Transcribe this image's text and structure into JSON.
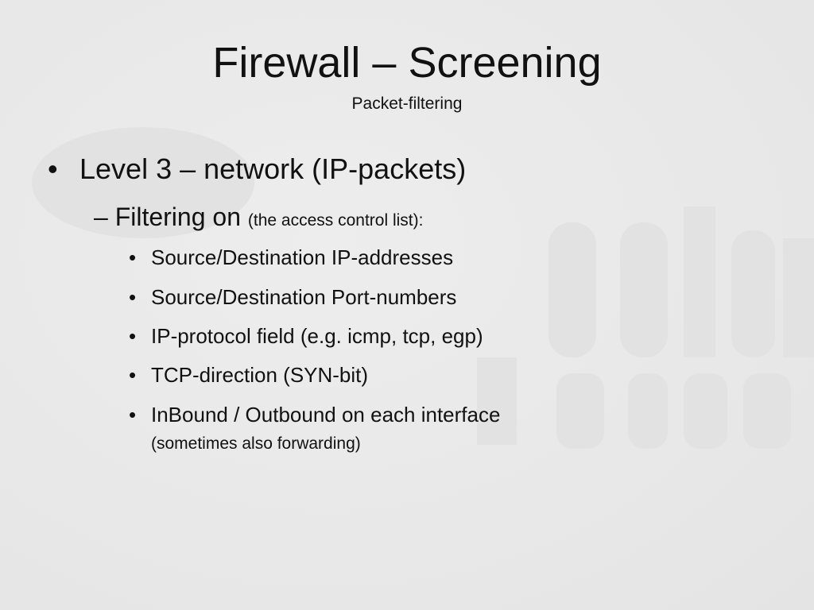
{
  "slide": {
    "title": "Firewall – Screening",
    "subtitle": "Packet-filtering",
    "bullet_char": "•",
    "level1": {
      "text": "Level 3 – network (IP-packets)"
    },
    "level2": {
      "dash": "–",
      "text": "Filtering on",
      "note": "(the access control list):"
    },
    "level3": [
      {
        "text": "Source/Destination IP-addresses"
      },
      {
        "text": "Source/Destination Port-numbers"
      },
      {
        "text": "IP-protocol field (e.g. icmp, tcp, egp)"
      },
      {
        "text": "TCP-direction (SYN-bit)"
      },
      {
        "text": "InBound / Outbound on each interface",
        "note": "(sometimes also forwarding)"
      }
    ]
  }
}
